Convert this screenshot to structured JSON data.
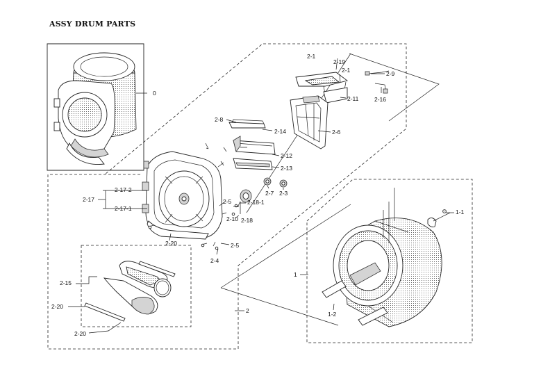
{
  "title": "ASSY DRUM PARTS",
  "callouts": {
    "c0": "0",
    "c1": "1",
    "c1_1": "1-1",
    "c1_2": "1-2",
    "c2": "2",
    "c2_1a": "2-1",
    "c2_1b": "2-1",
    "c2_3": "2-3",
    "c2_4": "2-4",
    "c2_5a": "2-5",
    "c2_5b": "2-5",
    "c2_6": "2-6",
    "c2_7": "2-7",
    "c2_8": "2-8",
    "c2_9": "2-9",
    "c2_10": "2-10",
    "c2_11": "2-11",
    "c2_12": "2-12",
    "c2_13": "2-13",
    "c2_14": "2-14",
    "c2_15": "2-15",
    "c2_16": "2-16",
    "c2_17": "2-17",
    "c2_17_1": "2-17-1",
    "c2_17_2": "2-17-2",
    "c2_18": "2-18",
    "c2_18_1": "2-18-1",
    "c2_19": "2-19",
    "c2_20a": "2-20",
    "c2_20b": "2-20",
    "c2_20c": "2-20"
  }
}
